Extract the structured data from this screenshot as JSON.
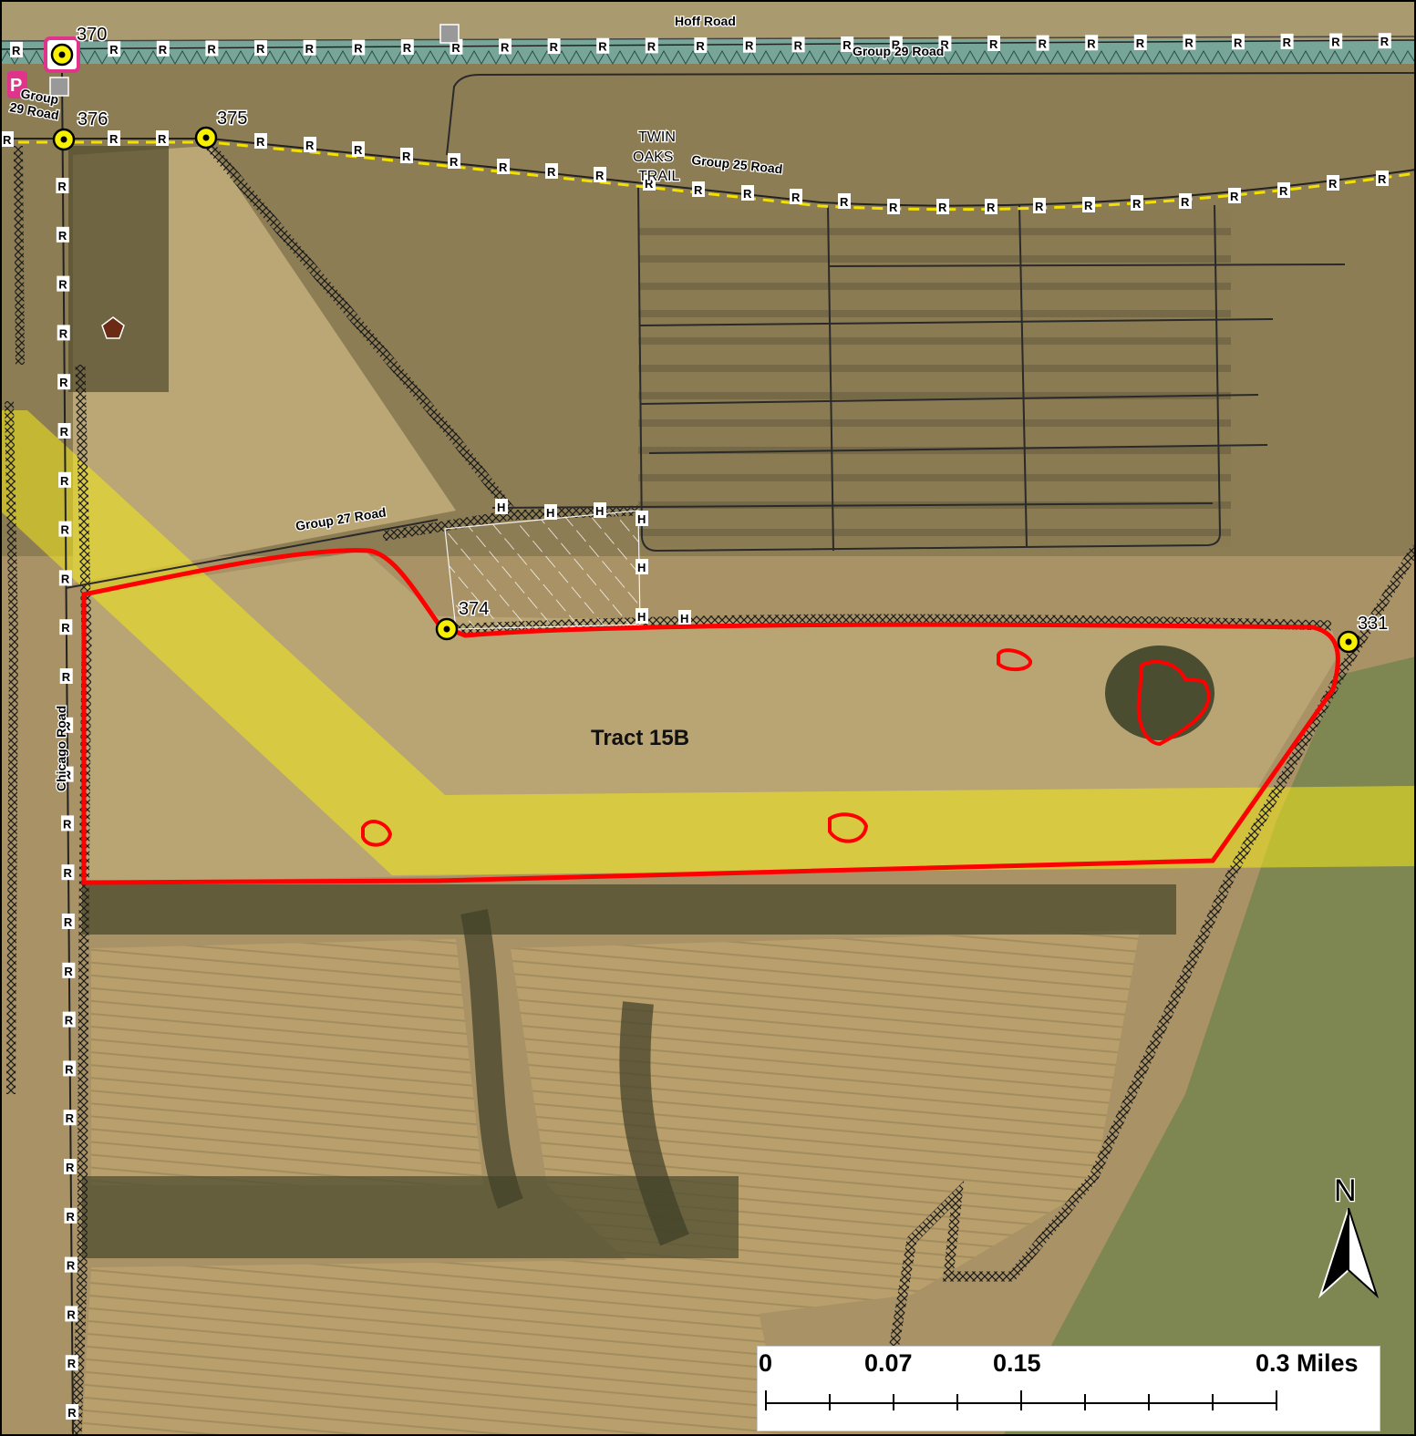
{
  "map": {
    "tract_label": "Tract 15B",
    "roads": {
      "hoff": "Hoff Road",
      "group29": "Group 29 Road",
      "group29_left_a": "Group",
      "group29_left_b": "29 Road",
      "group25": "Group 25 Road",
      "group27": "Group 27 Road",
      "chicago": "Chicago Road",
      "twin_oaks_1": "TWIN",
      "twin_oaks_2": "OAKS",
      "twin_oaks_3": "TRAIL"
    },
    "points": {
      "p370": "370",
      "p376": "376",
      "p375": "375",
      "p374": "374",
      "p331": "331"
    },
    "markers": {
      "route_letter": "R",
      "hunt_letter": "H",
      "parking_letter": "P"
    },
    "colors": {
      "boundary": "#ff0000",
      "corridor": "#f2e81a",
      "point_fill": "#f7f000",
      "parking": "#e0348a",
      "route_line": "#222222",
      "dashed_road": "#f2e000"
    },
    "icons": {
      "north_arrow": "north-arrow-icon",
      "point": "yellow-circle-point-icon",
      "parking": "parking-icon",
      "structure": "gray-square-icon",
      "pentagon": "brown-pentagon-icon"
    }
  },
  "scale_bar": {
    "labels": [
      "0",
      "0.07",
      "0.15",
      "0.3 Miles"
    ]
  },
  "north_label": "N"
}
